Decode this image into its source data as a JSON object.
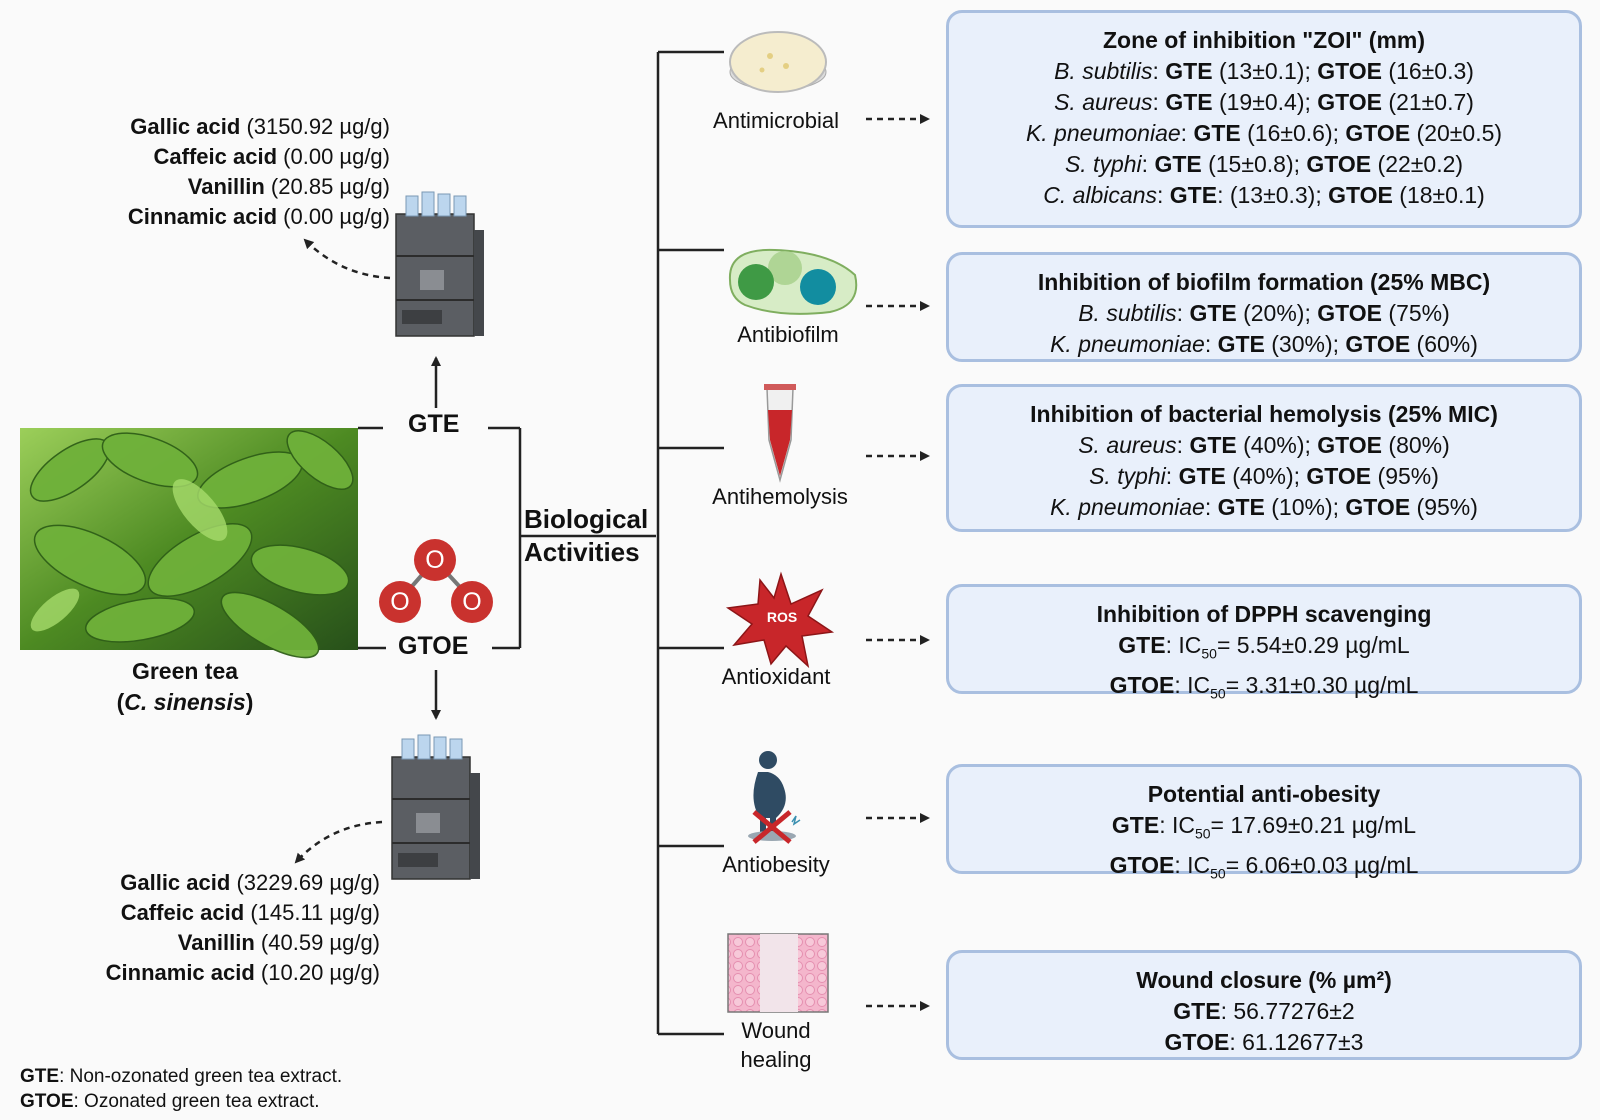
{
  "plant": {
    "name": "Green tea",
    "species": "C. sinensis"
  },
  "extracts": {
    "gte": "GTE",
    "gtoe": "GTOE"
  },
  "ozone": {
    "atom": "O"
  },
  "gte_compounds": [
    {
      "name": "Gallic acid",
      "value": "(3150.92 µg/g)"
    },
    {
      "name": "Caffeic acid",
      "value": "(0.00 µg/g)"
    },
    {
      "name": "Vanillin",
      "value": "(20.85 µg/g)"
    },
    {
      "name": "Cinnamic acid",
      "value": "(0.00 µg/g)"
    }
  ],
  "gtoe_compounds": [
    {
      "name": "Gallic acid",
      "value": "(3229.69 µg/g)"
    },
    {
      "name": "Caffeic acid",
      "value": "(145.11 µg/g)"
    },
    {
      "name": "Vanillin",
      "value": "(40.59 µg/g)"
    },
    {
      "name": "Cinnamic acid",
      "value": "(10.20 µg/g)"
    }
  ],
  "bio": {
    "line1": "Biological",
    "line2": "Activities"
  },
  "activities": {
    "antimicrobial": "Antimicrobial",
    "antibiofilm": "Antibiofilm",
    "antihemolysis": "Antihemolysis",
    "antioxidant": "Antioxidant",
    "antiobesity": "Antiobesity",
    "wound1": "Wound",
    "wound2": "healing",
    "ros": "ROS"
  },
  "boxes": {
    "zoi": {
      "title": "Zone of inhibition \"ZOI\" (mm)",
      "rows": [
        {
          "org": "B. subtilis",
          "sep": ": ",
          "a": "GTE",
          "av": " (13±0.1); ",
          "b": "GTOE",
          "bv": " (16±0.3)"
        },
        {
          "org": "S. aureus",
          "sep": ": ",
          "a": "GTE",
          "av": " (19±0.4); ",
          "b": "GTOE",
          "bv": " (21±0.7)"
        },
        {
          "org": "K. pneumoniae",
          "sep": ": ",
          "a": "GTE",
          "av": " (16±0.6); ",
          "b": "GTOE",
          "bv": " (20±0.5)"
        },
        {
          "org": "S. typhi",
          "sep": ": ",
          "a": "GTE",
          "av": " (15±0.8); ",
          "b": "GTOE",
          "bv": " (22±0.2)"
        },
        {
          "org": "C. albicans",
          "sep": ": ",
          "a": "GTE",
          "av": ": (13±0.3); ",
          "b": "GTOE",
          "bv": " (18±0.1)"
        }
      ]
    },
    "biofilm": {
      "title": "Inhibition of biofilm formation (25% MBC)",
      "rows": [
        {
          "org": "B. subtilis",
          "sep": ": ",
          "a": "GTE",
          "av": " (20%); ",
          "b": "GTOE",
          "bv": " (75%)"
        },
        {
          "org": "K. pneumoniae",
          "sep": ": ",
          "a": "GTE",
          "av": " (30%); ",
          "b": "GTOE",
          "bv": " (60%)"
        }
      ]
    },
    "hemolysis": {
      "title": "Inhibition of bacterial hemolysis (25% MIC)",
      "rows": [
        {
          "org": "S. aureus",
          "sep": ": ",
          "a": "GTE",
          "av": " (40%); ",
          "b": "GTOE",
          "bv": " (80%)"
        },
        {
          "org": "S. typhi",
          "sep": ": ",
          "a": "GTE",
          "av": " (40%); ",
          "b": "GTOE",
          "bv": " (95%)"
        },
        {
          "org": "K. pneumoniae",
          "sep": ": ",
          "a": "GTE",
          "av": " (10%); ",
          "b": "GTOE",
          "bv": " (95%)"
        }
      ]
    },
    "dpph": {
      "title": "Inhibition of DPPH scavenging",
      "rows": [
        {
          "k": "GTE",
          "pre": ": IC",
          "sub": "50",
          "post": "= 5.54±0.29 µg/mL"
        },
        {
          "k": "GTOE",
          "pre": ": IC",
          "sub": "50",
          "post": "= 3.31±0.30 µg/mL"
        }
      ]
    },
    "obesity": {
      "title": "Potential anti-obesity",
      "rows": [
        {
          "k": "GTE",
          "pre": ": IC",
          "sub": "50",
          "post": "= 17.69±0.21 µg/mL"
        },
        {
          "k": "GTOE",
          "pre": ": IC",
          "sub": "50",
          "post": "= 6.06±0.03 µg/mL"
        }
      ]
    },
    "wound": {
      "title": "Wound closure (% µm²)",
      "rows": [
        {
          "k": "GTE",
          "v": ": 56.77276±2"
        },
        {
          "k": "GTOE",
          "v": ": 61.12677±3"
        }
      ]
    }
  },
  "legend": [
    {
      "k": "GTE",
      "v": ": Non-ozonated green tea extract."
    },
    {
      "k": "GTOE",
      "v": ": Ozonated green tea extract."
    }
  ]
}
